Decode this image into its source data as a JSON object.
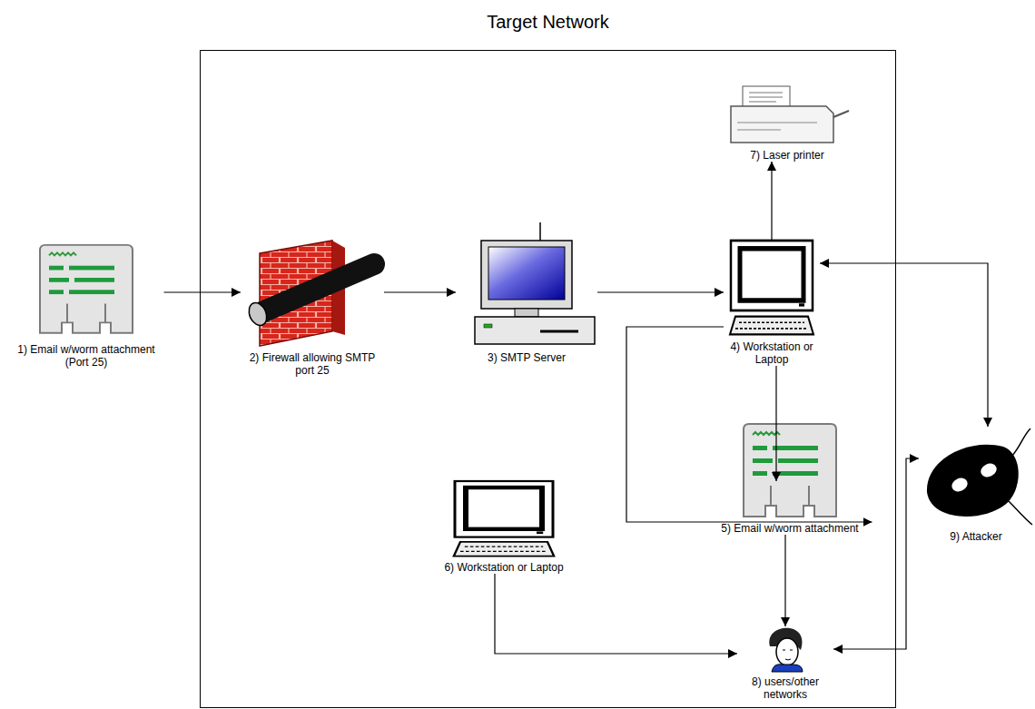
{
  "diagram": {
    "nodes": [
      {
        "text": [
          "Target Network"
        ]
      },
      {
        "text": [
          "1) Email w/worm attachment (Port 25)"
        ]
      },
      {
        "text": [
          "2) Firewall allowing SMTP port 25"
        ],
        "in": 0
      },
      {
        "text": [
          "3) SMTP Server"
        ],
        "in": 0
      },
      {
        "text": [
          "7) Laser printer"
        ],
        "in": 0
      },
      {
        "text": [
          "4) Workstation or Laptop"
        ],
        "in": 0
      },
      {
        "text": [
          "5) Email w/worm attachment"
        ],
        "in": 0
      },
      {
        "text": [
          "6) Workstation or Laptop"
        ],
        "in": 0
      },
      {
        "text": [
          "8) users/other networks"
        ],
        "in": 0
      },
      {
        "text": [
          "9) Attacker"
        ]
      }
    ],
    "edges": [
      {
        "from": 1,
        "to": 2,
        "arrow": "to"
      },
      {
        "from": 2,
        "to": 3,
        "arrow": "to"
      },
      {
        "from": 3,
        "to": 5,
        "arrow": "to"
      },
      {
        "from": 5,
        "to": 4,
        "arrow": "to"
      },
      {
        "from": 5,
        "to": 9,
        "arrow": "both"
      },
      {
        "from": 5,
        "to": 6,
        "arrow": "to"
      },
      {
        "from": 5,
        "to": 7,
        "arrow": "to"
      },
      {
        "from": 6,
        "to": 8,
        "arrow": "to"
      },
      {
        "from": 7,
        "to": 8,
        "arrow": "to"
      },
      {
        "from": 8,
        "to": 9,
        "arrow": "both"
      }
    ]
  }
}
